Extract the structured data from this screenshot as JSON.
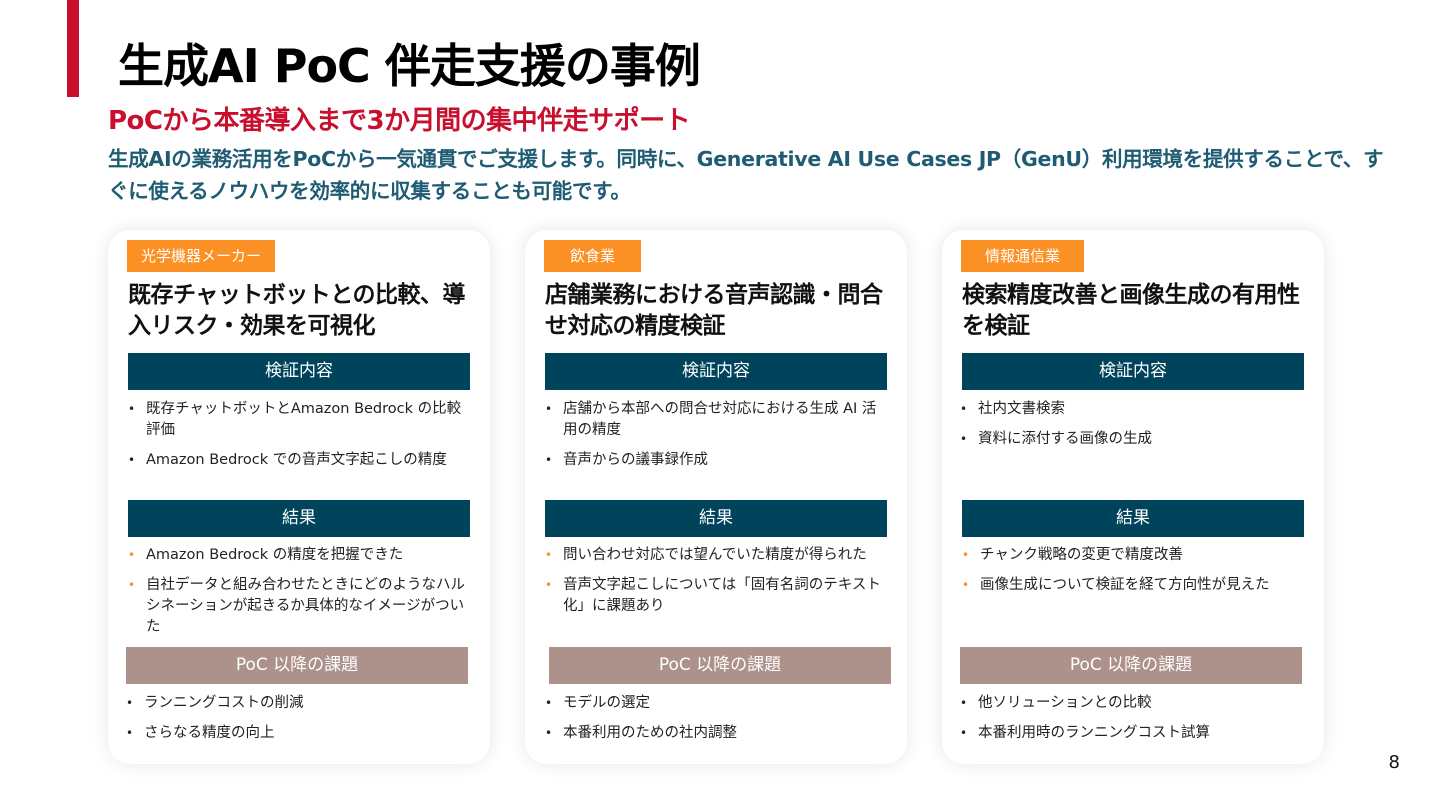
{
  "slide": {
    "title": "生成AI PoC 伴走支援の事例",
    "subtitle": "PoCから本番導入まで3か月間の集中伴走サポート",
    "lead": "生成AIの業務活用をPoCから一気通貫でご支援します。同時に、Generative AI Use Cases JP（GenU）利用環境を提供することで、すぐに使えるノウハウを効率的に収集することも可能です。",
    "page_number": "8",
    "colors": {
      "accent_red": "#c8102e",
      "lead_teal": "#1f5c73",
      "tag_orange": "#fb9024",
      "section_navy": "#00445c",
      "section_mauve": "#ad928c"
    }
  },
  "cards": [
    {
      "tag": "光学機器メーカー",
      "heading": "既存チャットボットとの比較、導入リスク・効果を可視化",
      "verification_label": "検証内容",
      "verification_items": [
        "既存チャットボットとAmazon Bedrock の比較評価",
        "Amazon Bedrock での音声文字起こしの精度"
      ],
      "results_label": "結果",
      "results_items": [
        "Amazon Bedrock の精度を把握できた",
        "自社データと組み合わせたときにどのようなハルシネーションが起きるか具体的なイメージがついた"
      ],
      "issues_label": "PoC 以降の課題",
      "issues_items": [
        "ランニングコストの削減",
        "さらなる精度の向上"
      ]
    },
    {
      "tag": "飲食業",
      "heading": "店舗業務における音声認識・問合せ対応の精度検証",
      "verification_label": "検証内容",
      "verification_items": [
        "店舗から本部への問合せ対応における生成 AI 活用の精度",
        "音声からの議事録作成"
      ],
      "results_label": "結果",
      "results_items": [
        "問い合わせ対応では望んでいた精度が得られた",
        "音声文字起こしについては「固有名詞のテキスト化」に課題あり"
      ],
      "issues_label": "PoC 以降の課題",
      "issues_items": [
        "モデルの選定",
        "本番利用のための社内調整"
      ]
    },
    {
      "tag": "情報通信業",
      "heading": "検索精度改善と画像生成の有用性を検証",
      "verification_label": "検証内容",
      "verification_items": [
        "社内文書検索",
        "資料に添付する画像の生成"
      ],
      "results_label": "結果",
      "results_items": [
        "チャンク戦略の変更で精度改善",
        "画像生成について検証を経て方向性が見えた"
      ],
      "issues_label": "PoC 以降の課題",
      "issues_items": [
        "他ソリューションとの比較",
        "本番利用時のランニングコスト試算"
      ]
    }
  ]
}
